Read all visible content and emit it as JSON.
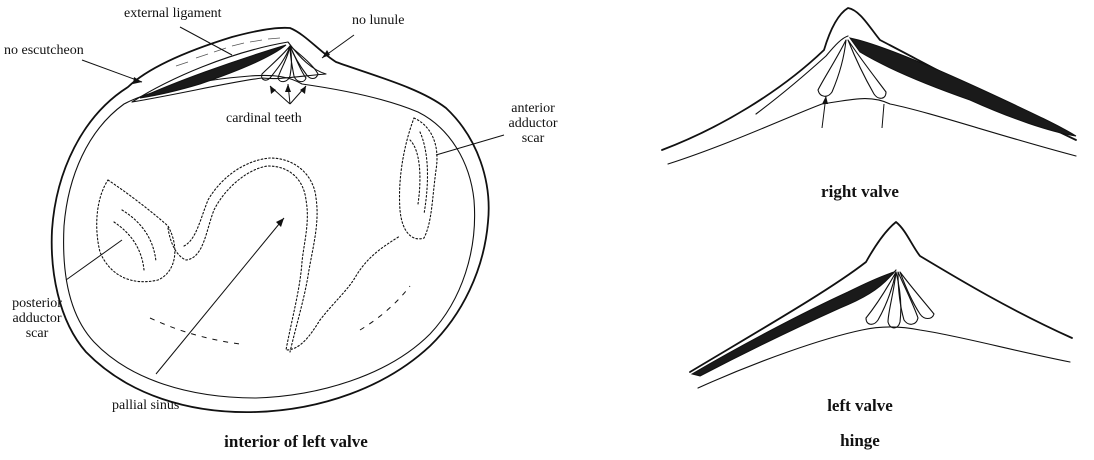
{
  "labels": {
    "external_ligament": "external ligament",
    "no_lunule": "no lunule",
    "no_escutcheon": "no escutcheon",
    "cardinal_teeth": "cardinal teeth",
    "anterior_adductor_scar": [
      "anterior",
      "adductor",
      "scar"
    ],
    "posterior_adductor_scar": [
      "posterior",
      "adductor",
      "scar"
    ],
    "pallial_sinus": "pallial sinus"
  },
  "captions": {
    "interior": "interior of left valve",
    "right_valve": "right valve",
    "left_valve": "left valve",
    "hinge": "hinge"
  }
}
